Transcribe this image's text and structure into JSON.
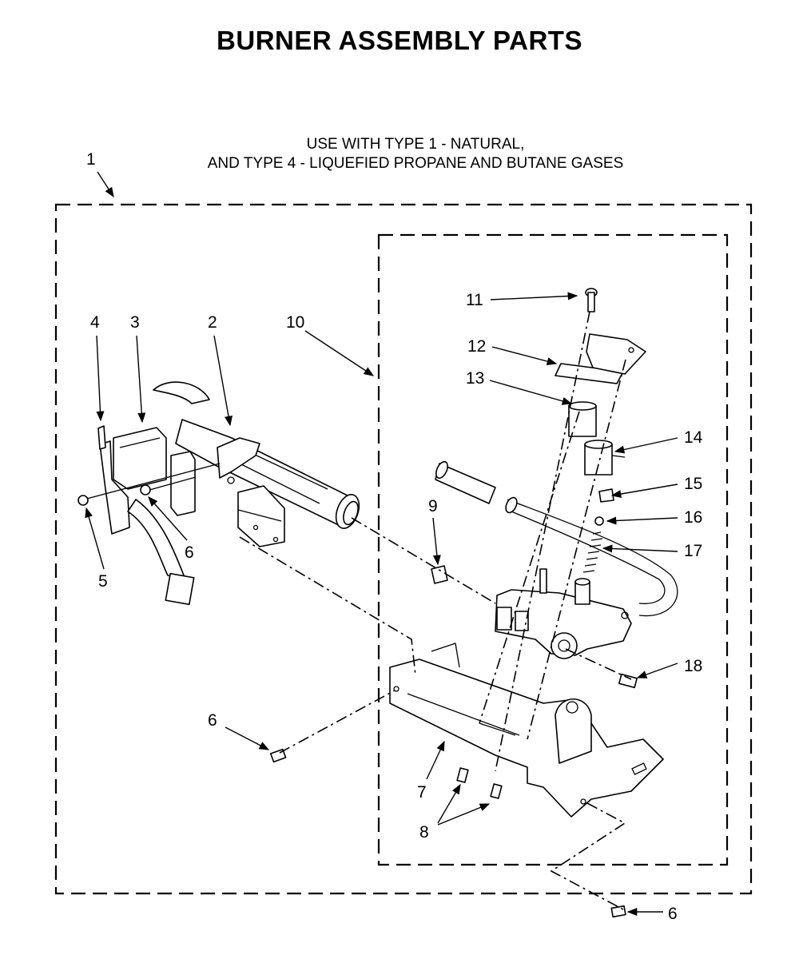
{
  "title": "BURNER ASSEMBLY PARTS",
  "subtitle_line1": "USE WITH TYPE 1 - NATURAL,",
  "subtitle_line2": "AND TYPE 4 - LIQUEFIED PROPANE AND BUTANE GASES",
  "callouts": {
    "c1": "1",
    "c2": "2",
    "c3": "3",
    "c4": "4",
    "c5": "5",
    "c6a": "6",
    "c6b": "6",
    "c6c": "6",
    "c7": "7",
    "c8": "8",
    "c9": "9",
    "c10": "10",
    "c11": "11",
    "c12": "12",
    "c13": "13",
    "c14": "14",
    "c15": "15",
    "c16": "16",
    "c17": "17",
    "c18": "18"
  }
}
